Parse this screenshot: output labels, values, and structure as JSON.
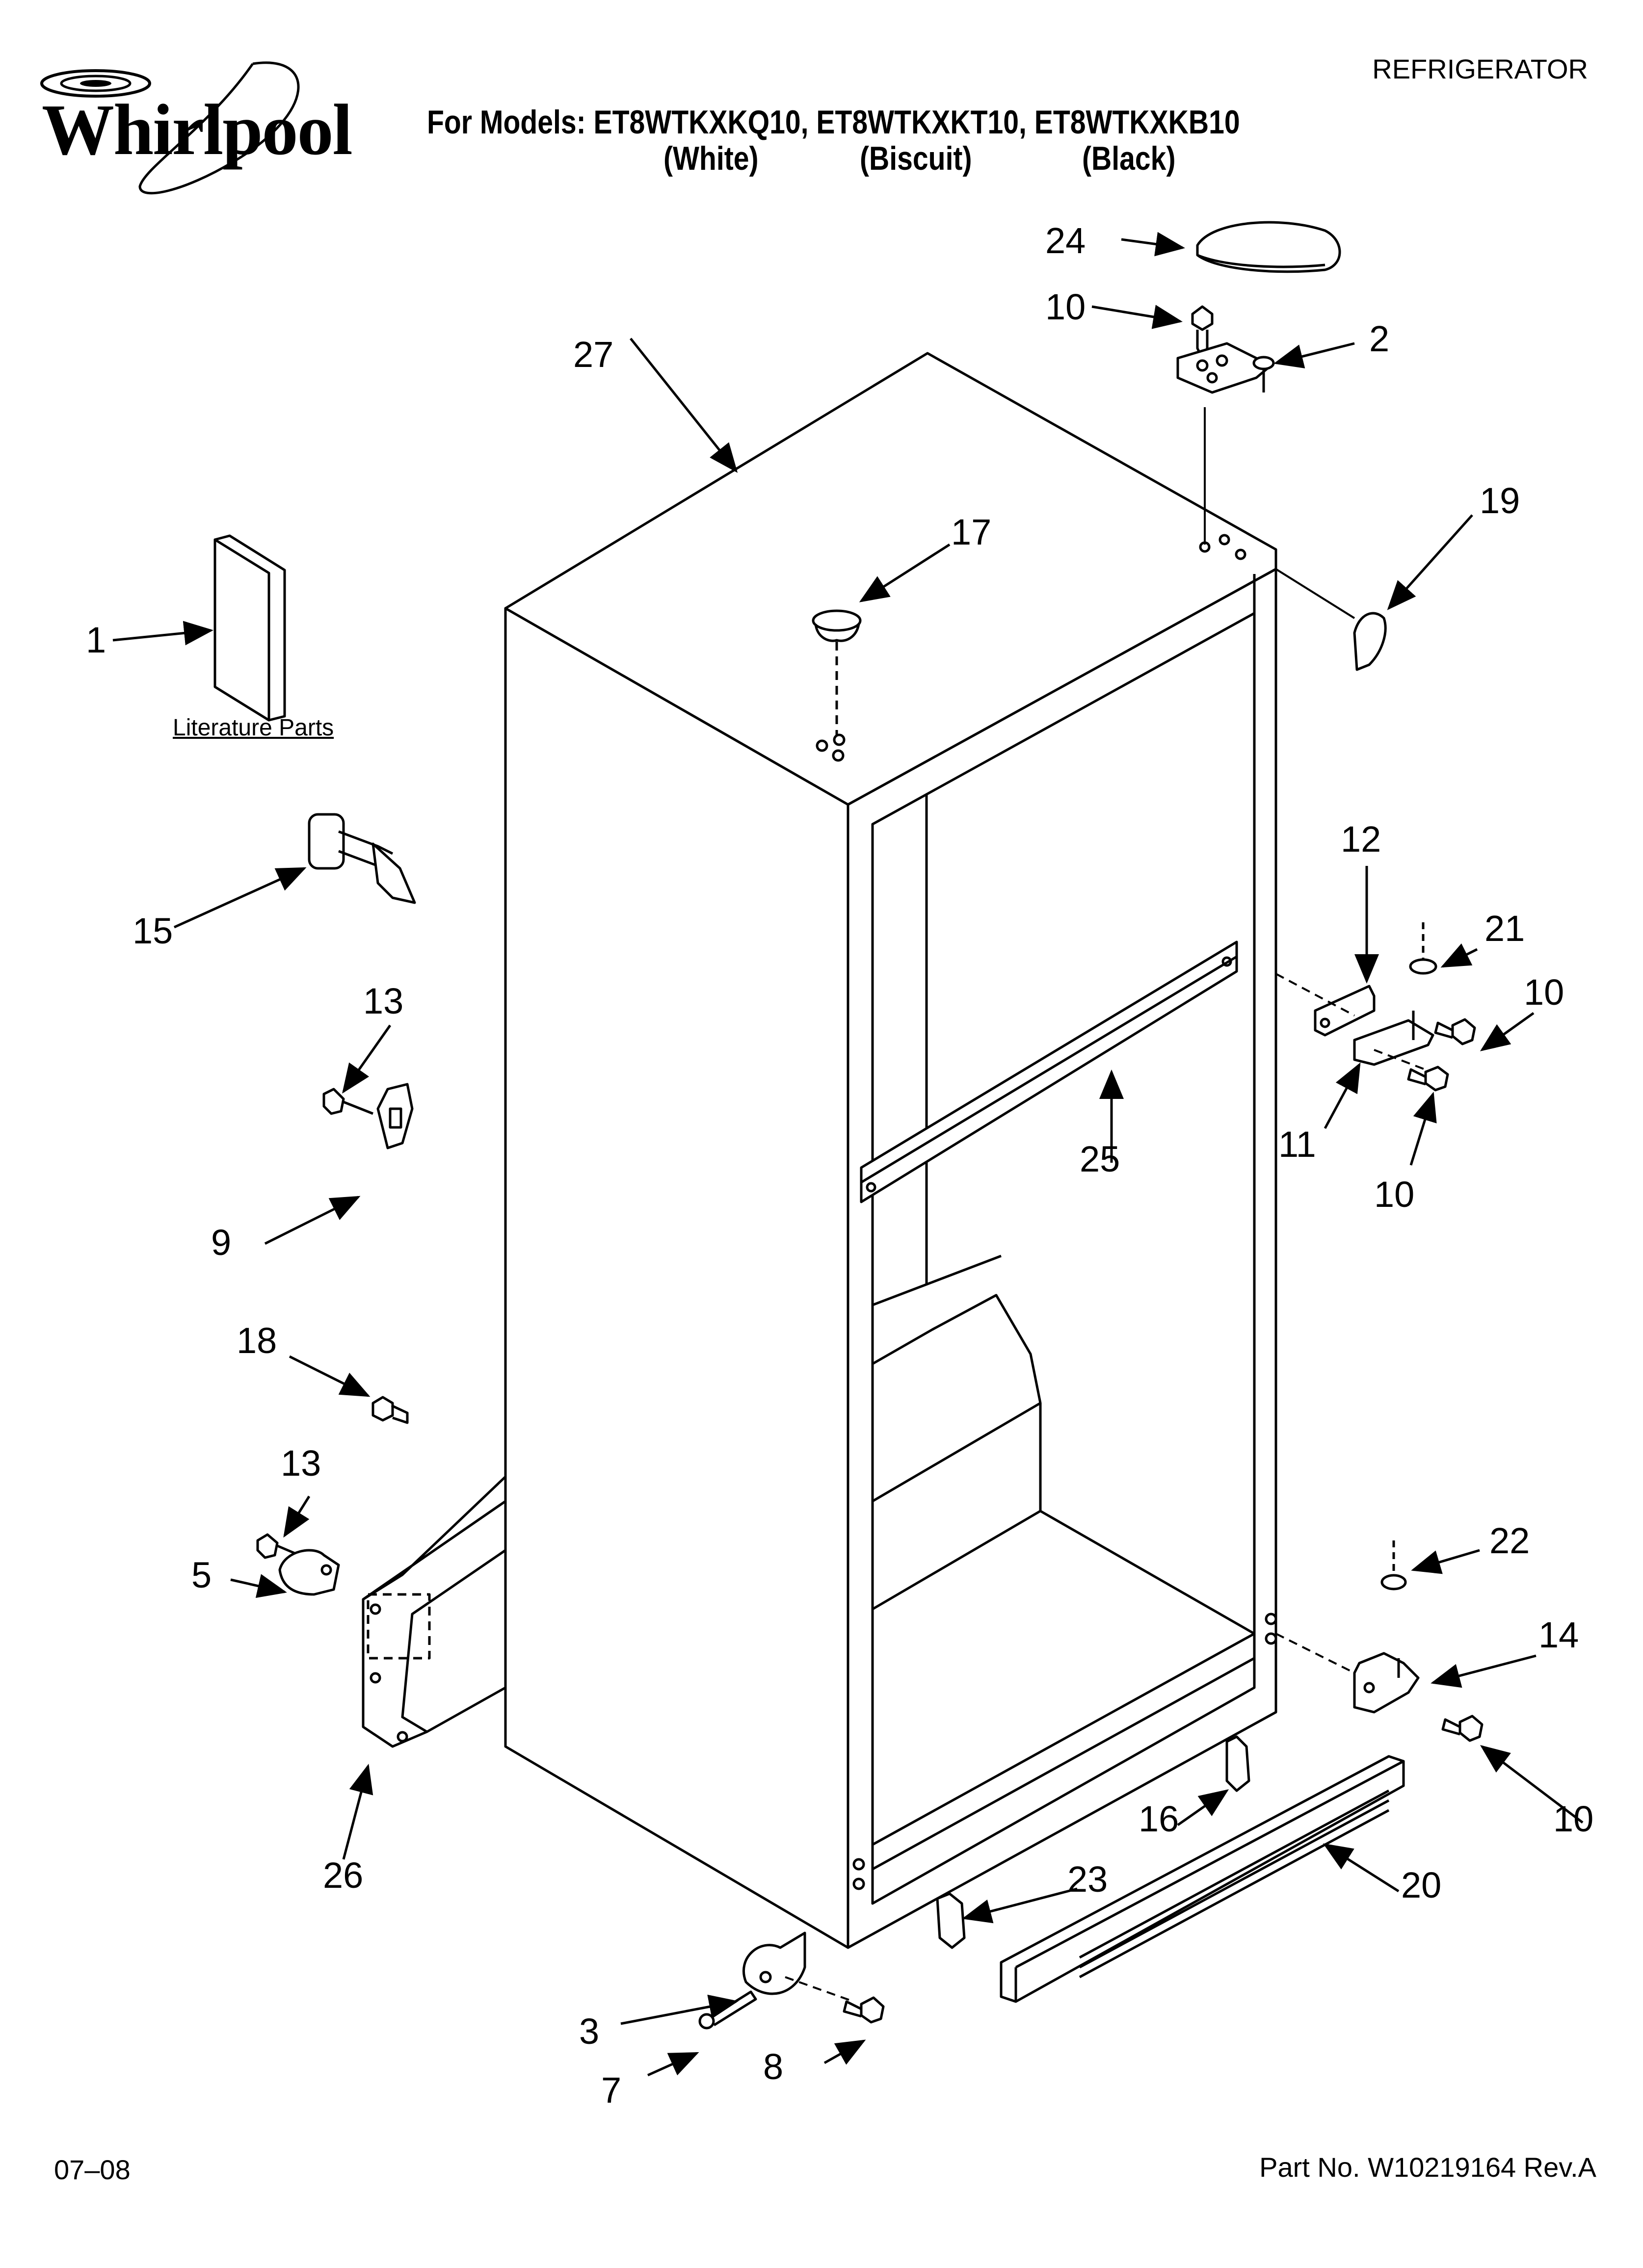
{
  "header": {
    "brand": "Whirlpool",
    "doc_type": "REFRIGERATOR",
    "models_line": "For Models: ET8WTKXKQ10, ET8WTKXKT10, ET8WTKXKB10",
    "colors": [
      "(White)",
      "(Biscuit)",
      "(Black)"
    ]
  },
  "labels": {
    "literature": "Literature Parts"
  },
  "callouts": [
    "24",
    "10",
    "2",
    "27",
    "19",
    "17",
    "1",
    "12",
    "21",
    "15",
    "10",
    "13",
    "11",
    "25",
    "10",
    "9",
    "18",
    "13",
    "22",
    "5",
    "14",
    "16",
    "10",
    "26",
    "23",
    "20",
    "3",
    "7",
    "8"
  ],
  "footer": {
    "date": "07–08",
    "part_no": "Part No. W10219164 Rev.A"
  }
}
